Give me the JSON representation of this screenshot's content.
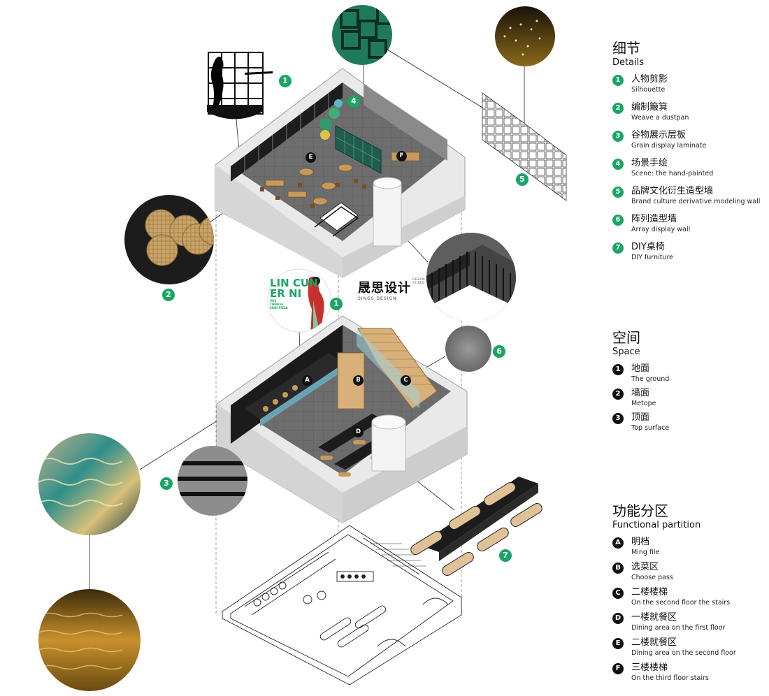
{
  "details": {
    "title_zh": "细节",
    "title_en": "Details",
    "items": [
      {
        "num": "1",
        "zh": "人物剪影",
        "en": "Silhouette"
      },
      {
        "num": "2",
        "zh": "编制簸箕",
        "en": "Weave a dustpan"
      },
      {
        "num": "3",
        "zh": "谷物展示层板",
        "en": "Grain display laminate"
      },
      {
        "num": "4",
        "zh": "场景手绘",
        "en": "Scene: the hand-painted"
      },
      {
        "num": "5",
        "zh": "品牌文化衍生造型墙",
        "en": "Brand culture derivative modeling wall"
      },
      {
        "num": "6",
        "zh": "阵列造型墙",
        "en": "Array display wall"
      },
      {
        "num": "7",
        "zh": "DIY桌椅",
        "en": "DIY furniture"
      }
    ]
  },
  "space": {
    "title_zh": "空间",
    "title_en": "Space",
    "items": [
      {
        "num": "1",
        "zh": "地面",
        "en": "The ground"
      },
      {
        "num": "2",
        "zh": "墙面",
        "en": "Metope"
      },
      {
        "num": "3",
        "zh": "顶面",
        "en": "Top surface"
      }
    ]
  },
  "functional": {
    "title_zh": "功能分区",
    "title_en": "Functional partition",
    "items": [
      {
        "num": "A",
        "zh": "明档",
        "en": "Ming file"
      },
      {
        "num": "B",
        "zh": "选菜区",
        "en": "Choose pass"
      },
      {
        "num": "C",
        "zh": "二楼楼梯",
        "en": "On the second floor the stairs"
      },
      {
        "num": "D",
        "zh": "一楼就餐区",
        "en": "Dining area on the first floor"
      },
      {
        "num": "E",
        "zh": "二楼就餐区",
        "en": "Dining area on the second floor"
      },
      {
        "num": "F",
        "zh": "三楼楼梯",
        "en": "On the third floor stairs"
      }
    ]
  },
  "diagram": {
    "tags": [
      "1",
      "2",
      "3",
      "4",
      "5",
      "6",
      "7",
      "1"
    ],
    "zone_tags": [
      "A",
      "B",
      "C",
      "D",
      "E",
      "F"
    ],
    "logo_main": "晟思设计",
    "logo_sub": "SINGS DESIGN",
    "logo_tiny": "DESIGN STUDIO",
    "poster_text_1": "LIN CUN",
    "poster_text_2": "ER NI",
    "poster_small": "VUS CHINESE SHIN PIZZA"
  },
  "colors": {
    "accent_green": "#1aa564",
    "dark": "#1a1a1a",
    "wood": "#d9b07a",
    "wall": "#e8e8e8"
  }
}
